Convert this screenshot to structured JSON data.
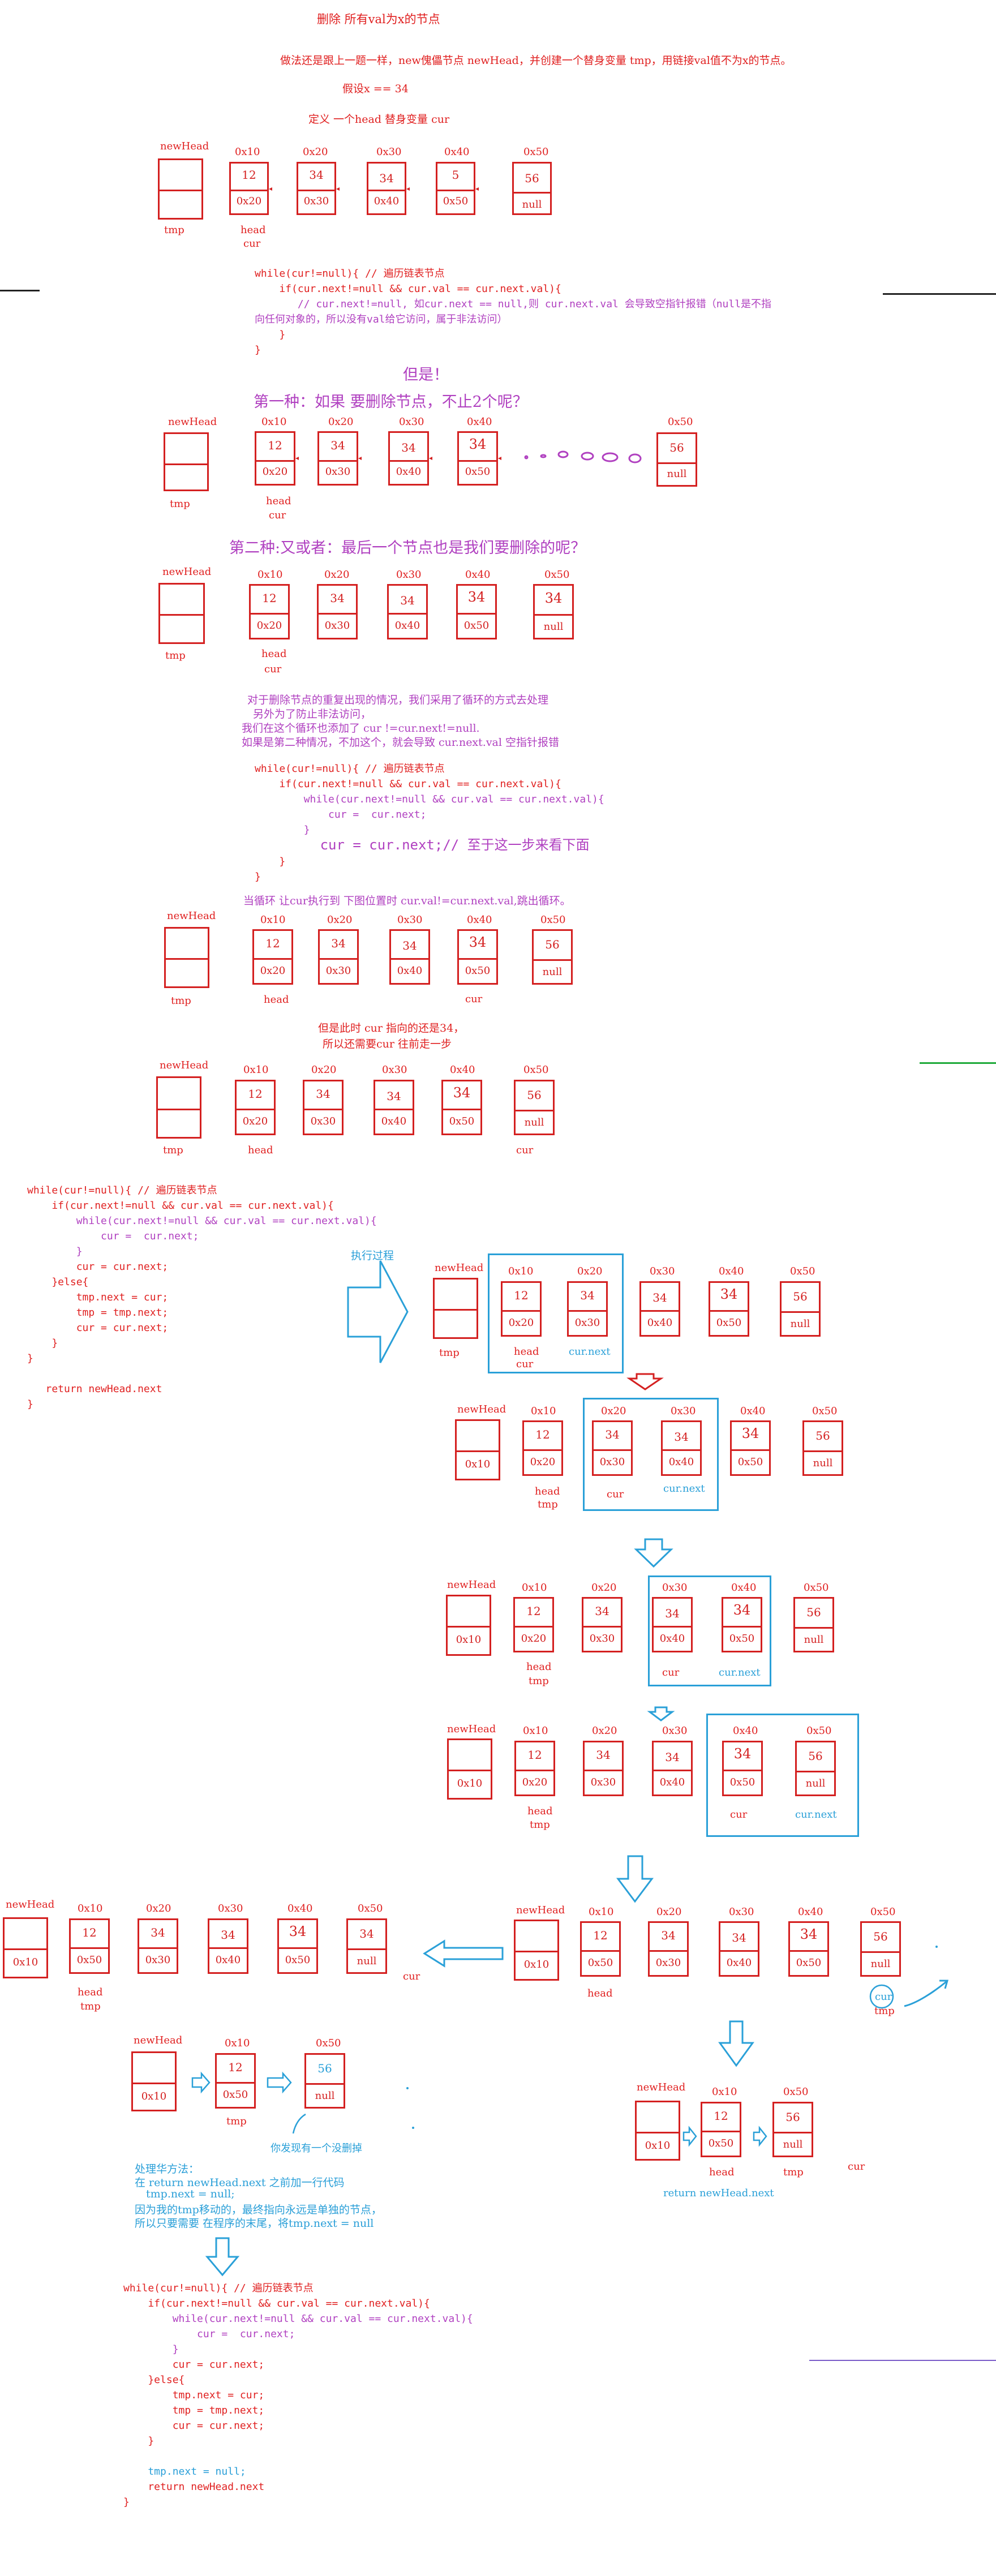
{
  "texts": {
    "title": "删除 所有val为x的节点",
    "intro": "做法还是跟上一题一样，new傀儡节点 newHead，并创建一个替身变量 tmp，用链接val值不为x的节点。",
    "assume": "假设x == 34",
    "define": "定义 一个head 替身变量 cur",
    "but": "但是！",
    "case1": "第一种：如果 要删除节点，不止2个呢？",
    "case2": "第二种:又或者：最后一个节点也是我们要删除的呢？",
    "explain1": "对于删除节点的重复出现的情况，我们采用了循环的方式去处理",
    "explain2": "另外为了防止非法访问，",
    "explain3": "我们在这个循环也添加了 cur !=cur.next!=null.",
    "explain4": "如果是第二种情况，不加这个，就会导致 cur.next.val 空指针报错",
    "whenloop": "当循环 让cur执行到 下图位置时 cur.val!=cur.next.val,跳出循环。",
    "butcur1": "但是此时 cur 指向的还是34，",
    "butcur2": "所以还需要cur 往前走一步",
    "exec": "执行过程",
    "problem": "你发现有一个没删掉",
    "fix_title": "处理华方法：",
    "fix1": "在 return newHead.next 之前加一行代码",
    "fix2": "tmp.next = null;",
    "fix3": "因为我的tmp移动的，最终指向永远是单独的节点，",
    "fix4": "所以只要需要 在程序的末尾，将tmp.next = null",
    "ret": "return newHead.next",
    "cur_note": "cur"
  },
  "labels": {
    "newHead": "newHead",
    "tmp": "tmp",
    "head": "head",
    "cur": "cur",
    "curnext": "cur.next",
    "a10": "0x10",
    "a20": "0x20",
    "a30": "0x30",
    "a40": "0x40",
    "a50": "0x50",
    "v12": "12",
    "v34": "34",
    "v5": "5",
    "v56": "56",
    "null": "null"
  },
  "code": {
    "c1": [
      "while(cur!=null){ // 遍历链表节点",
      "    if(cur.next!=null && cur.val == cur.next.val){",
      "       // cur.next!=null, 如cur.next == null,则 cur.next.val 会导致空指针报错（null是不指",
      "向任何对象的，所以没有val给它访问，属于非法访问）",
      "    }",
      "}"
    ],
    "c2": [
      "while(cur!=null){ // 遍历链表节点",
      "    if(cur.next!=null && cur.val == cur.next.val){",
      "        while(cur.next!=null && cur.val == cur.next.val){",
      "            cur =  cur.next;",
      "        }",
      "        cur = cur.next;// 至于这一步来看下面",
      "    }",
      "}"
    ],
    "c3": [
      "while(cur!=null){ // 遍历链表节点",
      "    if(cur.next!=null && cur.val == cur.next.val){",
      "        while(cur.next!=null && cur.val == cur.next.val){",
      "            cur =  cur.next;",
      "        }",
      "        cur = cur.next;",
      "    }else{",
      "        tmp.next = cur;",
      "        tmp = tmp.next;",
      "        cur = cur.next;",
      "    }",
      "}",
      "",
      "   return newHead.next",
      "}"
    ],
    "c4": [
      "while(cur!=null){ // 遍历链表节点",
      "    if(cur.next!=null && cur.val == cur.next.val){",
      "        while(cur.next!=null && cur.val == cur.next.val){",
      "            cur =  cur.next;",
      "        }",
      "        cur = cur.next;",
      "    }else{",
      "        tmp.next = cur;",
      "        tmp = tmp.next;",
      "        cur = cur.next;",
      "    }",
      "",
      "    tmp.next = null;",
      "    return newHead.next",
      "}"
    ]
  }
}
